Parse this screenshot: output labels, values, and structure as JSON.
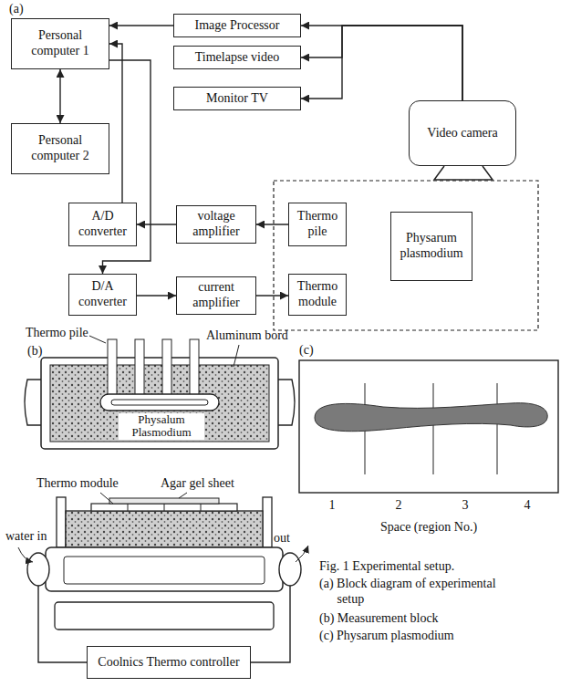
{
  "diagram": {
    "caption": "Fig. 1 Experimental setup.",
    "nodes": [
      {
        "text": [
          "Personal computer 1"
        ]
      },
      {
        "text": [
          "Image Processor"
        ]
      },
      {
        "text": [
          "Timelapse video"
        ]
      },
      {
        "text": [
          "Monitor TV"
        ]
      },
      {
        "text": [
          "Video camera"
        ]
      },
      {
        "text": [
          "Personal computer 2"
        ]
      },
      {
        "text": [
          "A/D converter"
        ]
      },
      {
        "text": [
          "voltage amplifier"
        ]
      },
      {
        "text": [
          "Thermo pile"
        ]
      },
      {
        "text": [
          "Physarum plasmodium"
        ]
      },
      {
        "text": [
          "D/A converter"
        ]
      },
      {
        "text": [
          "current amplifier"
        ]
      },
      {
        "text": [
          "Thermo module"
        ]
      },
      {
        "text": [
          "Coolnics Thermo controller"
        ]
      }
    ],
    "edges": [
      {
        "from": 1,
        "to": 0,
        "arrow": "to"
      },
      {
        "from": 4,
        "to": 1,
        "arrow": "to"
      },
      {
        "from": 4,
        "to": 2,
        "arrow": "to"
      },
      {
        "from": 4,
        "to": 3,
        "arrow": "to"
      },
      {
        "from": 0,
        "to": 5,
        "arrow": "both"
      },
      {
        "from": 7,
        "to": 6,
        "arrow": "to"
      },
      {
        "from": 8,
        "to": 7,
        "arrow": "to"
      },
      {
        "from": 6,
        "to": 0,
        "arrow": "to"
      },
      {
        "from": 0,
        "to": 10,
        "arrow": "to"
      },
      {
        "from": 10,
        "to": 11,
        "arrow": "to"
      },
      {
        "from": 11,
        "to": 12,
        "arrow": "to"
      }
    ],
    "labels": [
      "(a)",
      "(b)",
      "Thermo pile",
      "Aluminum bord",
      "Physalum Plasmodium",
      "Thermo module",
      "Agar gel sheet",
      "water in",
      "out",
      "(c)",
      "1",
      "2",
      "3",
      "4",
      "Space (region No.)",
      "(a) Block diagram of experimental setup",
      "(b) Measurement block",
      "(c) Physarum plasmodium"
    ]
  }
}
